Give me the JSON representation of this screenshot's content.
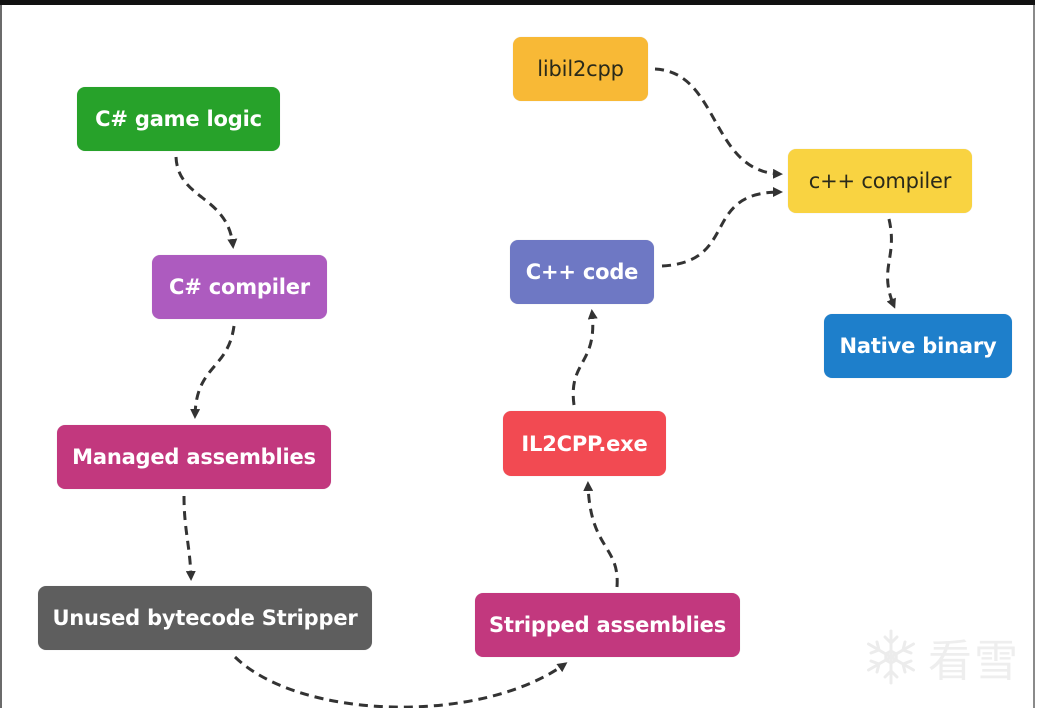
{
  "diagram": {
    "title": "",
    "nodes": [
      {
        "id": "csharp-game-logic",
        "label": "C# game logic",
        "color": "#27a22a",
        "text_color": "#ffffff"
      },
      {
        "id": "csharp-compiler",
        "label": "C# compiler",
        "color": "#ad5bbf",
        "text_color": "#ffffff"
      },
      {
        "id": "managed-assemblies",
        "label": "Managed assemblies",
        "color": "#c2387e",
        "text_color": "#ffffff"
      },
      {
        "id": "unused-bytecode-stripper",
        "label": "Unused bytecode Stripper",
        "color": "#5e5e5e",
        "text_color": "#ffffff"
      },
      {
        "id": "stripped-assemblies",
        "label": "Stripped assemblies",
        "color": "#c2387e",
        "text_color": "#ffffff"
      },
      {
        "id": "il2cpp-exe",
        "label": "IL2CPP.exe",
        "color": "#f24a52",
        "text_color": "#ffffff"
      },
      {
        "id": "cpp-code",
        "label": "C++ code",
        "color": "#6e78c4",
        "text_color": "#ffffff"
      },
      {
        "id": "libil2cpp",
        "label": "libil2cpp",
        "color": "#f8b936",
        "text_color": "#2a2a1a"
      },
      {
        "id": "cpp-compiler",
        "label": "c++ compiler",
        "color": "#f9d341",
        "text_color": "#2a2a1a"
      },
      {
        "id": "native-binary",
        "label": "Native binary",
        "color": "#1e7fcb",
        "text_color": "#ffffff"
      }
    ],
    "edges": [
      {
        "from": "csharp-game-logic",
        "to": "csharp-compiler",
        "style": "dashed"
      },
      {
        "from": "csharp-compiler",
        "to": "managed-assemblies",
        "style": "dashed"
      },
      {
        "from": "managed-assemblies",
        "to": "unused-bytecode-stripper",
        "style": "dashed"
      },
      {
        "from": "unused-bytecode-stripper",
        "to": "stripped-assemblies",
        "style": "dashed"
      },
      {
        "from": "stripped-assemblies",
        "to": "il2cpp-exe",
        "style": "dashed"
      },
      {
        "from": "il2cpp-exe",
        "to": "cpp-code",
        "style": "dashed"
      },
      {
        "from": "cpp-code",
        "to": "cpp-compiler",
        "style": "dashed"
      },
      {
        "from": "libil2cpp",
        "to": "cpp-compiler",
        "style": "dashed"
      },
      {
        "from": "cpp-compiler",
        "to": "native-binary",
        "style": "dashed"
      }
    ],
    "edge_color": "#333333"
  },
  "watermark": {
    "icon": "snowflake-icon",
    "text": "看雪"
  }
}
